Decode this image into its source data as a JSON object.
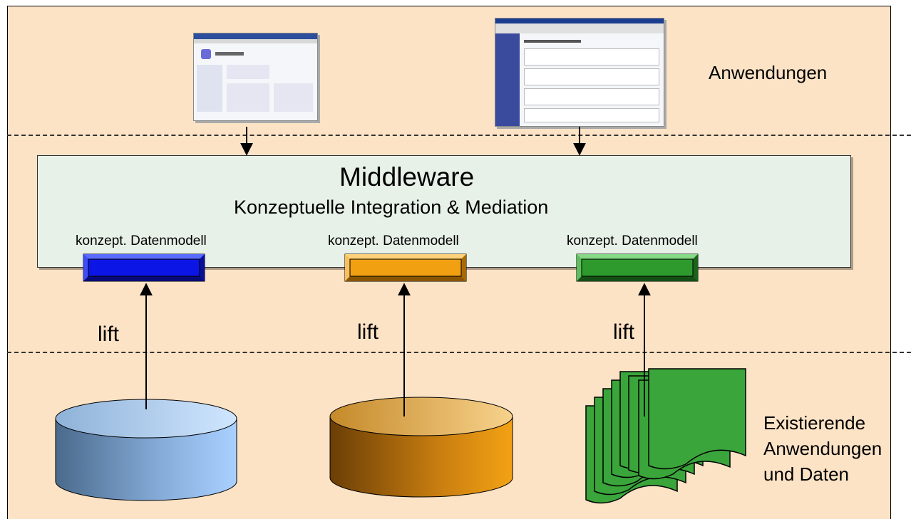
{
  "labels": {
    "applications": "Anwendungen",
    "middleware_title": "Middleware",
    "middleware_subtitle": "Konzeptuelle Integration & Mediation",
    "existing_line1": "Existierende",
    "existing_line2": "Anwendungen",
    "existing_line3": "und Daten"
  },
  "models": [
    {
      "label": "konzept. Datenmodell",
      "color": "#0b16e6",
      "arrow_label": "lift"
    },
    {
      "label": "konzept. Datenmodell",
      "color": "#f0a010",
      "arrow_label": "lift"
    },
    {
      "label": "konzept. Datenmodell",
      "color": "#2e9a2e",
      "arrow_label": "lift"
    }
  ],
  "colors": {
    "background": "#fde3c6",
    "middleware_fill": "#e8f1e8",
    "blue_cylinder": "#7fa6cc",
    "orange_cylinder": "#d48a12",
    "documents": "#3aa53a"
  },
  "sources": [
    {
      "kind": "database",
      "icon": "database-cylinder-icon"
    },
    {
      "kind": "database",
      "icon": "database-cylinder-icon"
    },
    {
      "kind": "documents",
      "icon": "document-stack-icon"
    }
  ]
}
